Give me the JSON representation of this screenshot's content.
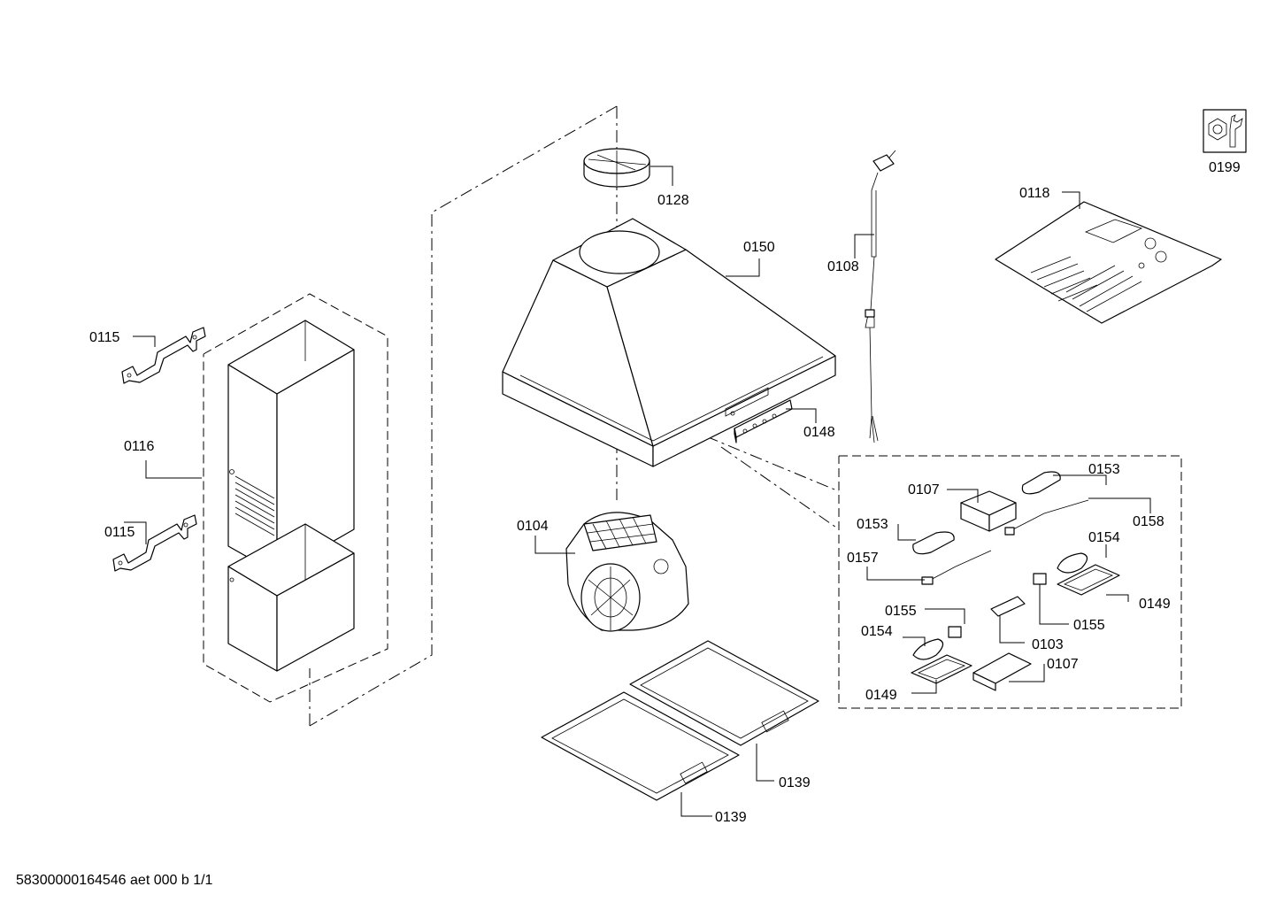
{
  "drawing": {
    "footer": "58300000164546 aet 000 b 1/1",
    "parts": [
      {
        "id": "p0128",
        "label": "0128"
      },
      {
        "id": "p0150",
        "label": "0150"
      },
      {
        "id": "p0108",
        "label": "0108"
      },
      {
        "id": "p0199",
        "label": "0199"
      },
      {
        "id": "p0118",
        "label": "0118"
      },
      {
        "id": "p0115a",
        "label": "0115"
      },
      {
        "id": "p0116",
        "label": "0116"
      },
      {
        "id": "p0115b",
        "label": "0115"
      },
      {
        "id": "p0148",
        "label": "0148"
      },
      {
        "id": "p0104",
        "label": "0104"
      },
      {
        "id": "p0107a",
        "label": "0107"
      },
      {
        "id": "p0153a",
        "label": "0153"
      },
      {
        "id": "p0158",
        "label": "0158"
      },
      {
        "id": "p0153b",
        "label": "0153"
      },
      {
        "id": "p0154a",
        "label": "0154"
      },
      {
        "id": "p0157",
        "label": "0157"
      },
      {
        "id": "p0149a",
        "label": "0149"
      },
      {
        "id": "p0155a",
        "label": "0155"
      },
      {
        "id": "p0155b",
        "label": "0155"
      },
      {
        "id": "p0103",
        "label": "0103"
      },
      {
        "id": "p0154b",
        "label": "0154"
      },
      {
        "id": "p0107b",
        "label": "0107"
      },
      {
        "id": "p0149b",
        "label": "0149"
      },
      {
        "id": "p0139a",
        "label": "0139"
      },
      {
        "id": "p0139b",
        "label": "0139"
      }
    ]
  }
}
